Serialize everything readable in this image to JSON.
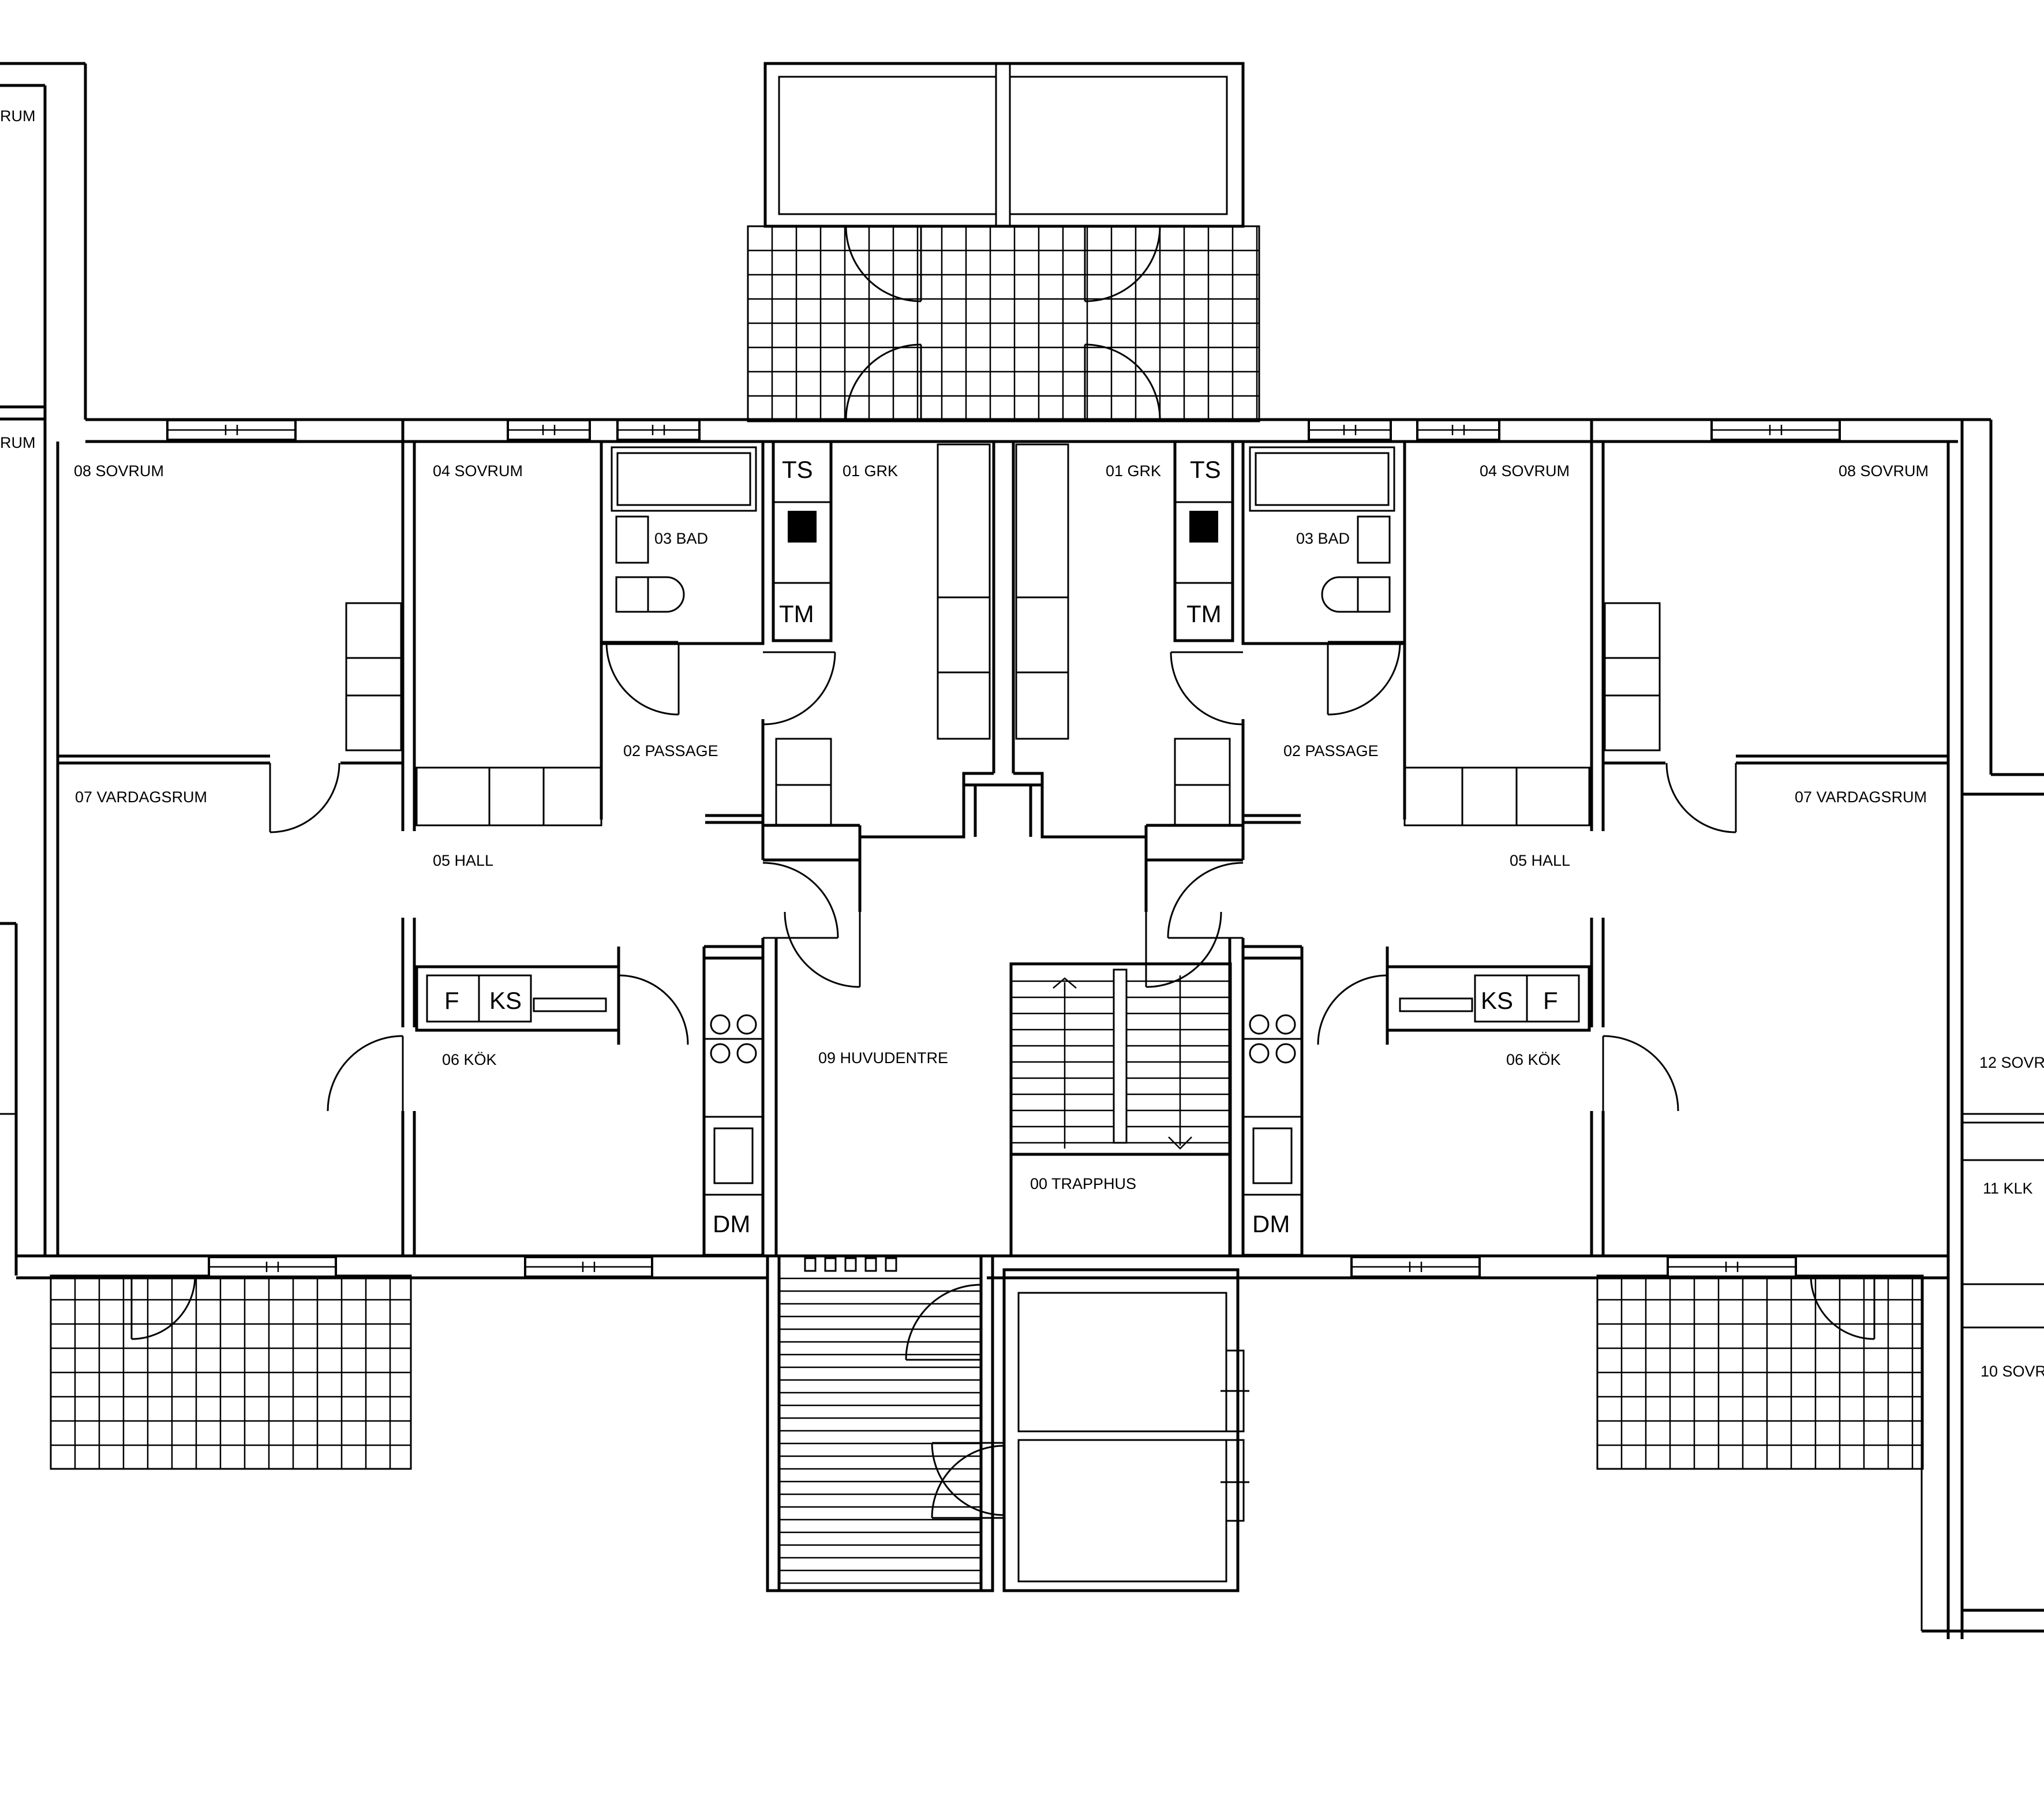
{
  "rooms": {
    "left_grk": "01 GRK",
    "right_grk": "01 GRK",
    "left_passage": "02 PASSAGE",
    "right_passage": "02 PASSAGE",
    "left_bad": "03 BAD",
    "right_bad": "03 BAD",
    "left_sovrum_04": "04 SOVRUM",
    "right_sovrum_04": "04 SOVRUM",
    "left_hall": "05 HALL",
    "right_hall": "05 HALL",
    "left_kok": "06 KÖK",
    "right_kok": "06 KÖK",
    "left_vardagsrum": "07 VARDAGSRUM",
    "right_vardagsrum": "07 VARDAGSRUM",
    "left_sovrum_08": "08 SOVRUM",
    "right_sovrum_08": "08 SOVRUM",
    "huvudentre": "09 HUVUDENTRE",
    "trapphus": "00 TRAPPHUS",
    "edge_top_left_1": "RUM",
    "edge_top_left_2": "RUM",
    "edge_right_12": "12 SOVR",
    "edge_right_11": "11 KLK",
    "edge_right_10": "10 SOVR"
  },
  "fixtures": {
    "left_ts": "TS",
    "left_tm": "TM",
    "right_ts": "TS",
    "right_tm": "TM",
    "left_f": "F",
    "left_ks": "KS",
    "right_ks": "KS",
    "right_f": "F",
    "left_dm": "DM",
    "right_dm": "DM"
  },
  "colors": {
    "line": "#000000",
    "background": "#ffffff"
  }
}
